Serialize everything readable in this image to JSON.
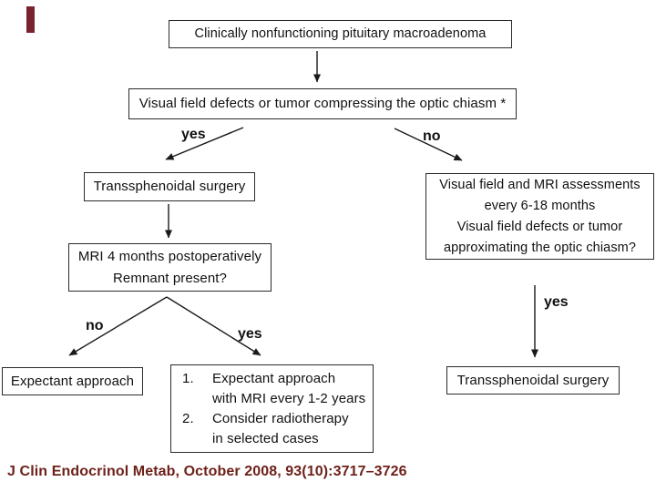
{
  "accent": {
    "bar_color": "#7a222e",
    "citation_color": "#6e211a",
    "line_color": "#1a1a1a"
  },
  "flowchart": {
    "nodes": {
      "macroadenoma": {
        "text": "Clinically nonfunctioning pituitary macroadenoma"
      },
      "vf_defects": {
        "text": "Visual field defects or tumor compressing the optic chiasm *"
      },
      "ts_surgery_left": {
        "text": "Transsphenoidal surgery"
      },
      "mri_4mo": {
        "lines": [
          "MRI 4 months postoperatively",
          "Remnant present?"
        ]
      },
      "expectant": {
        "text": "Expectant approach"
      },
      "options": {
        "items": [
          {
            "num": "1.",
            "lines": [
              "Expectant approach",
              "with MRI every 1-2 years"
            ]
          },
          {
            "num": "2.",
            "lines": [
              "Consider radiotherapy",
              "in selected cases"
            ]
          }
        ]
      },
      "vf_mri": {
        "lines": [
          "Visual field and MRI assessments",
          "every 6-18 months",
          "Visual field defects or tumor",
          "approximating the optic chiasm?"
        ]
      },
      "ts_surgery_right": {
        "text": "Transsphenoidal surgery"
      }
    },
    "labels": {
      "yes1": "yes",
      "no1": "no",
      "no2": "no",
      "yes2": "yes",
      "yes3": "yes"
    }
  },
  "citation": {
    "text": "J Clin Endocrinol Metab, October 2008, 93(10):3717–3726"
  }
}
